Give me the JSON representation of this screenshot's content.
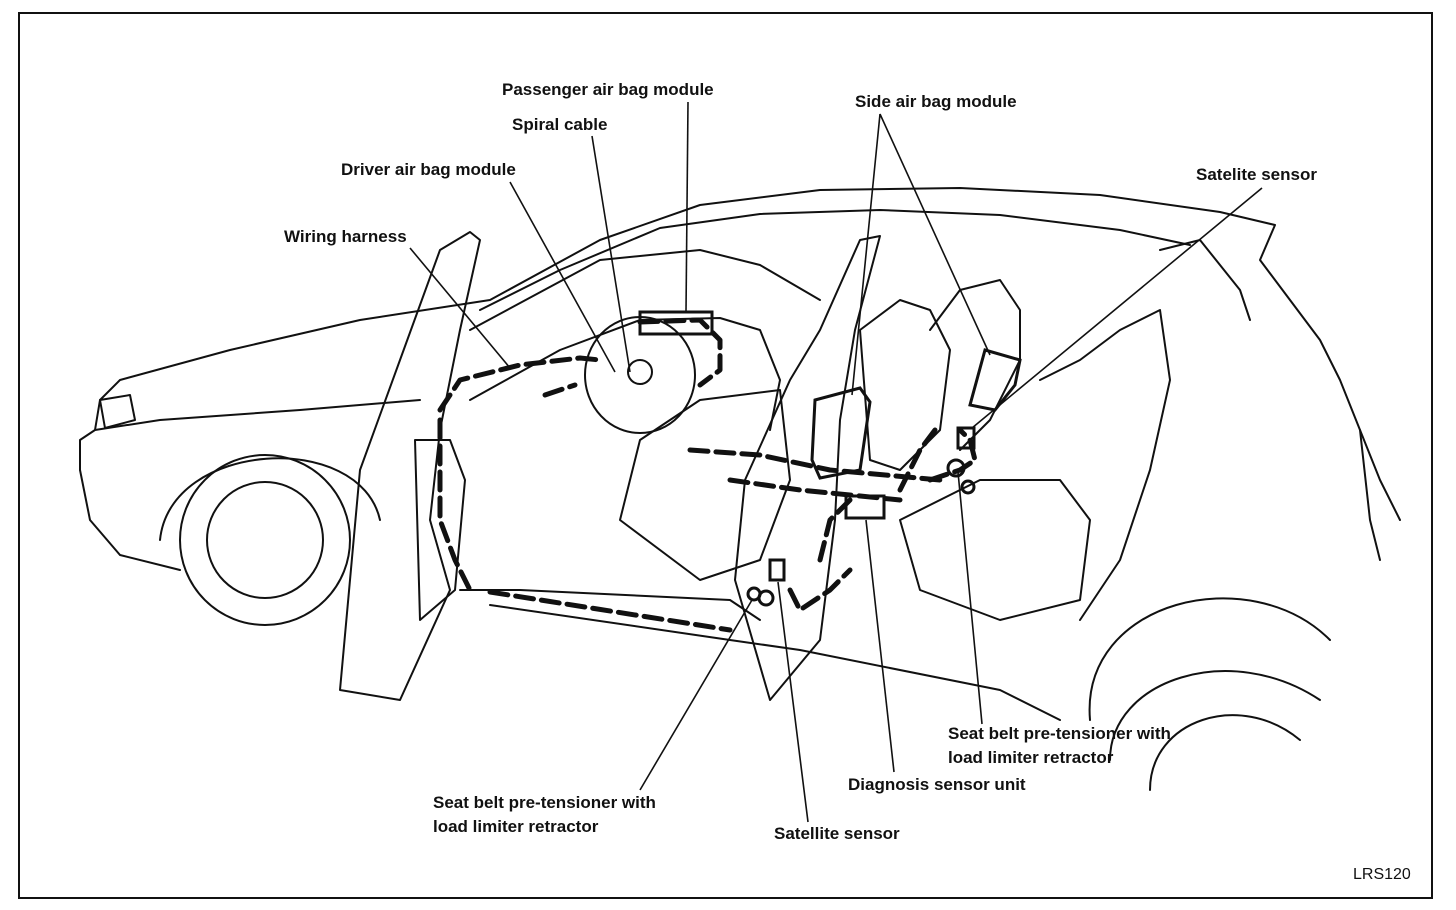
{
  "labels": {
    "passenger_airbag": "Passenger air bag module",
    "spiral_cable": "Spiral cable",
    "driver_airbag": "Driver air bag module",
    "wiring_harness": "Wiring harness",
    "side_airbag": "Side air bag module",
    "satellite_sensor_rear": "Satelite sensor",
    "pretensioner_rear_line1": "Seat belt pre-tensioner with",
    "pretensioner_rear_line2": "load limiter retractor",
    "diagnosis_unit": "Diagnosis sensor unit",
    "pretensioner_front_line1": "Seat belt pre-tensioner with",
    "pretensioner_front_line2": "load limiter retractor",
    "satellite_sensor_front": "Satellite sensor"
  },
  "figure_code": "LRS120"
}
